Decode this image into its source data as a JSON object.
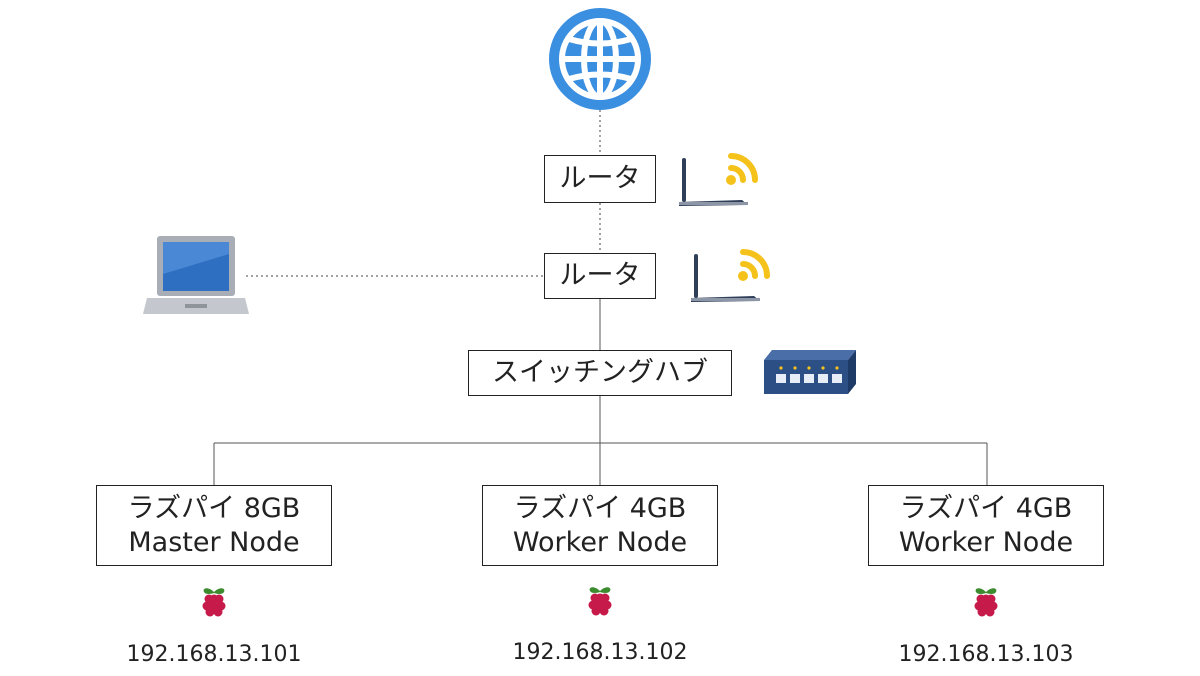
{
  "router_upper": {
    "label": "ルータ"
  },
  "router_lower": {
    "label": "ルータ"
  },
  "switching_hub": {
    "label": "スイッチングハブ"
  },
  "nodes": [
    {
      "line1": "ラズパイ 8GB",
      "line2": "Master Node",
      "ip": "192.168.13.101"
    },
    {
      "line1": "ラズパイ 4GB",
      "line2": "Worker Node",
      "ip": "192.168.13.102"
    },
    {
      "line1": "ラズパイ 4GB",
      "line2": "Worker Node",
      "ip": "192.168.13.103"
    }
  ],
  "colors": {
    "globe": "#3b8fe0",
    "wifi": "#f5c21b",
    "router_body": "#2f3f5a",
    "switch_body": "#2c4f86",
    "raspberry": "#c51a4a",
    "leaf": "#3c8c2f",
    "laptop_screen": "#2f6fc2",
    "laptop_body": "#a9aeb6"
  }
}
